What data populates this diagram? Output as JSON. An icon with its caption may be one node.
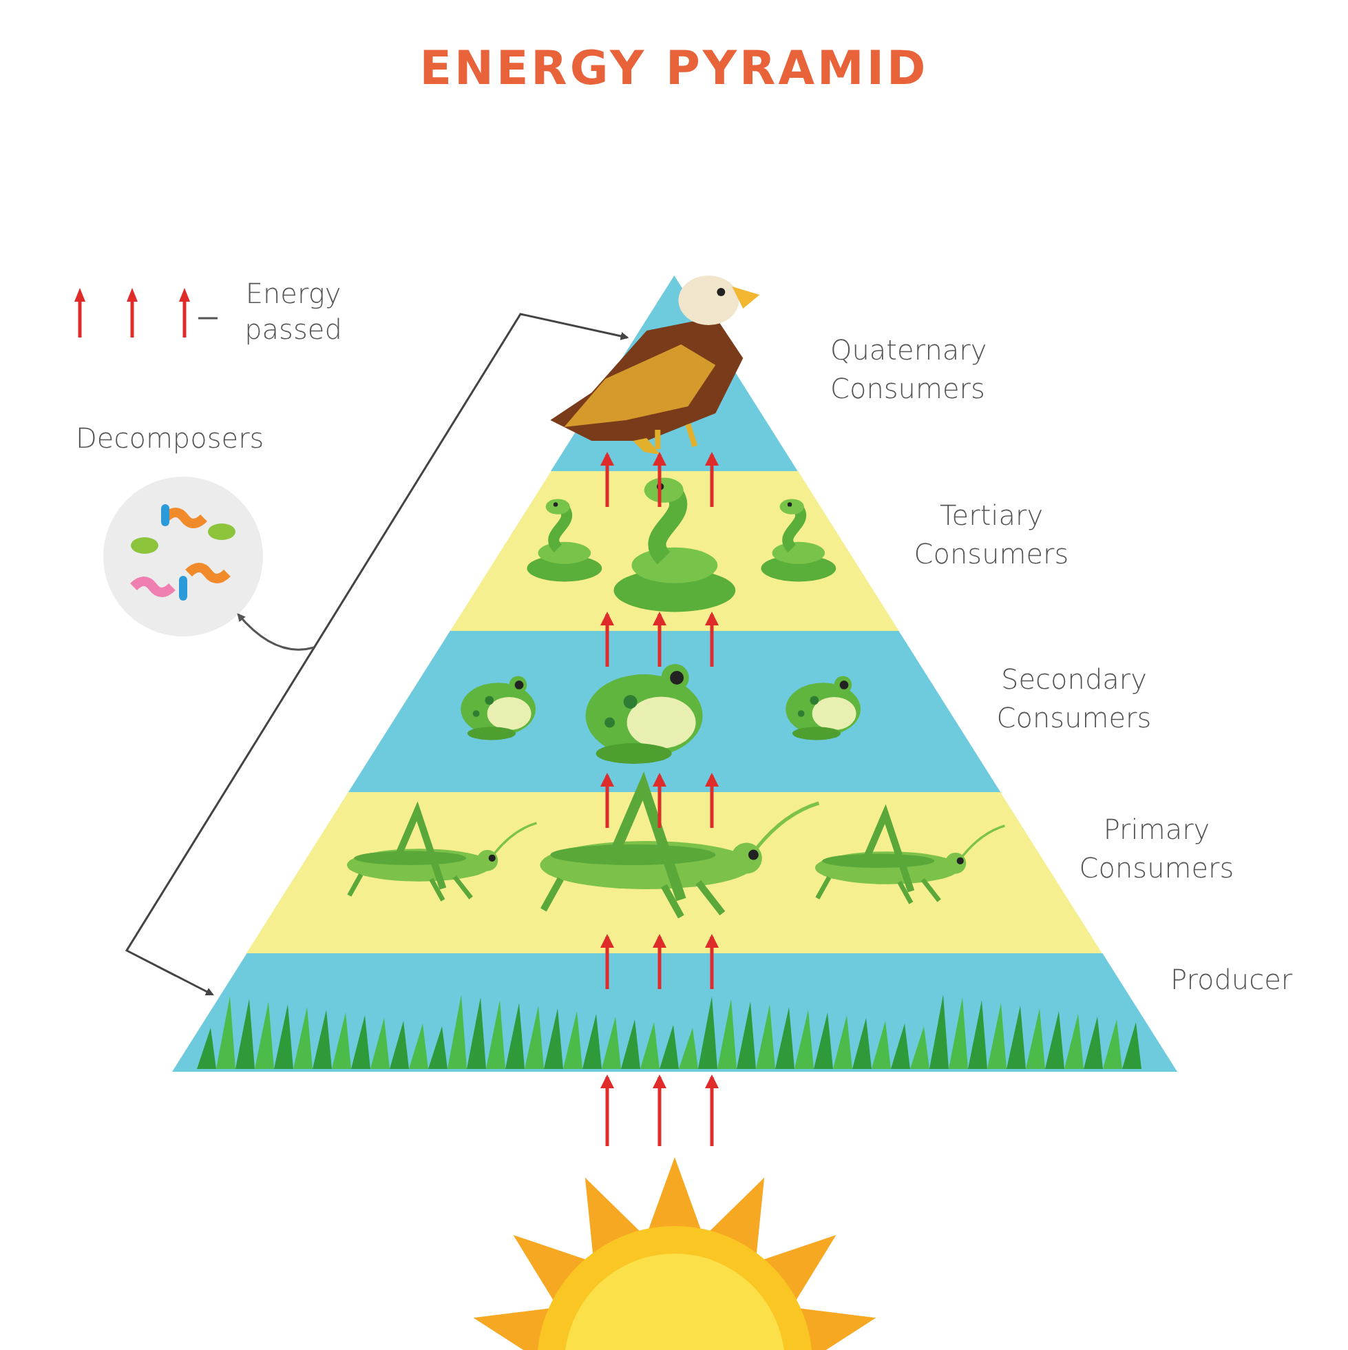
{
  "diagram": {
    "title": "ENERGY PYRAMID",
    "nodes": [
      {
        "text": [],
        "shape": "triangle",
        "beside": [
          "Quaternary Consumers"
        ]
      },
      {
        "text": [],
        "shape": "band",
        "beside": [
          "Tertiary Consumers"
        ]
      },
      {
        "text": [],
        "shape": "band",
        "beside": [
          "Secondary Consumers"
        ]
      },
      {
        "text": [],
        "shape": "band",
        "beside": [
          "Primary Consumers"
        ]
      },
      {
        "text": [],
        "shape": "band",
        "beside": [
          "Producer"
        ]
      },
      {
        "text": [
          "Decomposers"
        ]
      },
      {
        "text": [],
        "shape": "picture"
      }
    ],
    "edges": [
      {
        "from": 6,
        "to": 4,
        "arrow": "to"
      },
      {
        "from": 6,
        "to": 4,
        "arrow": "to"
      },
      {
        "from": 6,
        "to": 4,
        "arrow": "to"
      },
      {
        "from": 4,
        "to": 3,
        "arrow": "to"
      },
      {
        "from": 4,
        "to": 3,
        "arrow": "to"
      },
      {
        "from": 4,
        "to": 3,
        "arrow": "to"
      },
      {
        "from": 3,
        "to": 2,
        "arrow": "to"
      },
      {
        "from": 3,
        "to": 2,
        "arrow": "to"
      },
      {
        "from": 3,
        "to": 2,
        "arrow": "to"
      },
      {
        "from": 2,
        "to": 1,
        "arrow": "to"
      },
      {
        "from": 2,
        "to": 1,
        "arrow": "to"
      },
      {
        "from": 2,
        "to": 1,
        "arrow": "to"
      },
      {
        "from": 1,
        "to": 0,
        "arrow": "to"
      },
      {
        "from": 1,
        "to": 0,
        "arrow": "to"
      },
      {
        "from": 1,
        "to": 0,
        "arrow": "to"
      },
      {
        "from": 0,
        "to": 4,
        "arrow": "both",
        "color": "#444444"
      },
      {
        "from": null,
        "to": 5,
        "arrow": "to",
        "color": "#555555"
      }
    ],
    "legend": [
      {
        "text": "Energy passed"
      }
    ]
  }
}
